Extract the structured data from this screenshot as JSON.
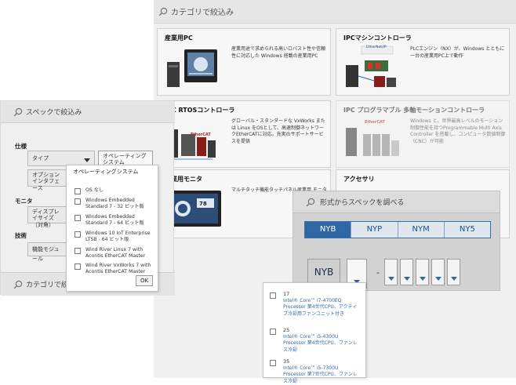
{
  "category_panel": {
    "header": "カテゴリで絞込み",
    "cards": [
      {
        "title": "産業用PC",
        "desc": "産業用途で求められる高いロバスト性や信頼性に対応した Windows 搭載の産業用PC",
        "icon": "industrial-pc-image"
      },
      {
        "title": "IPCマシンコントローラ",
        "desc": "PLCエンジン（NX）が、Windows とともに一台の産業用PC上で動作",
        "icon": "ipc-machine-controller-image",
        "badge": "EtherNet/IP"
      },
      {
        "title": "IPC RTOSコントローラ",
        "desc": "グローバル・スタンダードな VxWorks または Linux をOSとして、高速制御ネットワークEtherCATに対応。充実のサポートサービスを提供",
        "icon": "ipc-rtos-controller-image",
        "badge": "EtherCAT"
      },
      {
        "title": "IPC プログラマブル 多軸モーションコントローラ",
        "desc": "Windows と、世界最高レベルのモーション制御性能を持つProgrammable Multi Axis Controller を搭載し、コンピュータ数値制御（CNC）が可能",
        "icon": "multi-axis-motion-controller-image",
        "badge": "EtherCAT"
      },
      {
        "title": "産業用モニタ",
        "desc": "マルチタッチ機能タッチパネル産業用 モニタ",
        "icon": "industrial-monitor-image",
        "value": "78"
      },
      {
        "title": "アクセサリ",
        "desc": "",
        "icon": "accessory-image"
      }
    ]
  },
  "spec_panel": {
    "header": "スペックで絞込み",
    "footer": "カテゴリで絞込み",
    "groups": [
      {
        "label": "仕様",
        "filters": [
          "タイプ",
          "オペレーティングシステム",
          "オプションインタフェース"
        ]
      },
      {
        "label": "モニタ",
        "filters": [
          "ディスプレイサイズ（対角）"
        ]
      },
      {
        "label": "技術",
        "filters": [
          "機能モジュール"
        ]
      }
    ]
  },
  "os_dropdown": {
    "title": "オペレーティングシステム",
    "options": [
      "OS なし",
      "Windows Embedded Standard 7 - 32 ビット版",
      "Windows Embedded Standard 7 - 64 ビット版",
      "Windows 10 IoT Enterprise LTSB - 64 ビット版",
      "Wind River Linux 7 with Acontis EtherCAT Master",
      "Wind River VxWorks 7 with Acontis EtherCAT Master"
    ],
    "ok_label": "OK"
  },
  "model_panel": {
    "header": "形式からスペックを調べる",
    "tabs": [
      "NYB",
      "NYP",
      "NYM",
      "NY5"
    ],
    "active_tab": 0,
    "fixed_segment": "NYB",
    "separator": "-"
  },
  "processor_dropdown": {
    "options": [
      {
        "code": "17",
        "desc": "Intel® Core™ i7-4700EQ Processor 第4世代CPU、アクティブ冷却用ファンユニット付き"
      },
      {
        "code": "25",
        "desc": "Intel® Core™ i5-4300U Processor 第4世代CPU、ファンレス冷却"
      },
      {
        "code": "35",
        "desc": "Intel® Core™ i5-7300U Processor 第7世代CPU、ファンレス冷却"
      }
    ]
  },
  "colors": {
    "accent": "#2f67a5",
    "panel": "#efefef",
    "card": "#f7f7f7"
  }
}
